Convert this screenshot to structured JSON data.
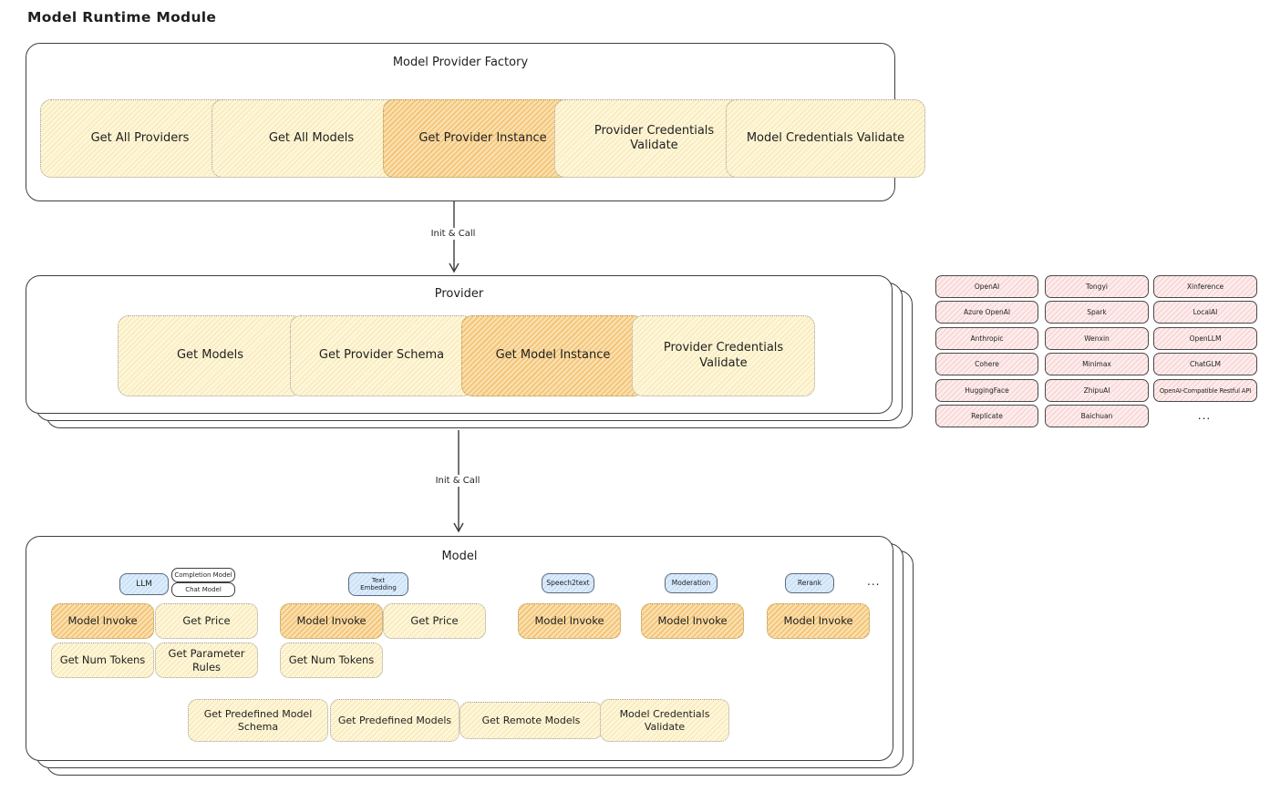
{
  "title": "Model Runtime Module",
  "arrows": {
    "init_call_1": "Init & Call",
    "init_call_2": "Init & Call"
  },
  "factory": {
    "title": "Model Provider Factory",
    "buttons": [
      {
        "label": "Get All Providers",
        "highlighted": false
      },
      {
        "label": "Get All Models",
        "highlighted": false
      },
      {
        "label": "Get Provider Instance",
        "highlighted": true
      },
      {
        "label": "Provider Credentials Validate",
        "highlighted": false
      },
      {
        "label": "Model Credentials Validate",
        "highlighted": false
      }
    ]
  },
  "provider": {
    "title": "Provider",
    "buttons": [
      {
        "label": "Get Models",
        "highlighted": false
      },
      {
        "label": "Get Provider Schema",
        "highlighted": false
      },
      {
        "label": "Get Model Instance",
        "highlighted": true
      },
      {
        "label": "Provider Credentials Validate",
        "highlighted": false
      }
    ]
  },
  "providers_grid": {
    "col1": [
      "OpenAI",
      "Azure OpenAI",
      "Anthropic",
      "Cohere",
      "HuggingFace",
      "Replicate"
    ],
    "col2": [
      "Tongyi",
      "Spark",
      "Wenxin",
      "Minimax",
      "ZhipuAI",
      "Baichuan"
    ],
    "col3": [
      "Xinference",
      "LocalAI",
      "OpenLLM",
      "ChatGLM",
      "OpenAI-Compatible Restful API"
    ],
    "more": "..."
  },
  "model": {
    "title": "Model",
    "more": "...",
    "groups": {
      "llm": {
        "tag": "LLM",
        "subtag1": "Completion Model",
        "subtag2": "Chat Model",
        "invoke": "Model Invoke",
        "get_price": "Get Price",
        "get_num_tokens": "Get Num Tokens",
        "get_parameter_rules": "Get Parameter Rules",
        "invoke_highlighted": true
      },
      "text_embedding": {
        "tag": "Text Embedding",
        "invoke": "Model Invoke",
        "get_price": "Get Price",
        "get_num_tokens": "Get Num Tokens",
        "invoke_highlighted": true
      },
      "speech2text": {
        "tag": "Speech2text",
        "invoke": "Model Invoke",
        "invoke_highlighted": true
      },
      "moderation": {
        "tag": "Moderation",
        "invoke": "Model Invoke",
        "invoke_highlighted": true
      },
      "rerank": {
        "tag": "Rerank",
        "invoke": "Model Invoke",
        "invoke_highlighted": true
      }
    },
    "bottom_buttons": [
      "Get Predefined Model Schema",
      "Get Predefined Models",
      "Get Remote Models",
      "Model Credentials Validate"
    ]
  },
  "colors": {
    "ink": "#1f1f1f",
    "yellow_fill": "#fdf6da",
    "orange_highlight_fill": "#f9e0ae",
    "pink_provider_fill": "#fdecec",
    "blue_tag_fill": "#dcecfb"
  }
}
